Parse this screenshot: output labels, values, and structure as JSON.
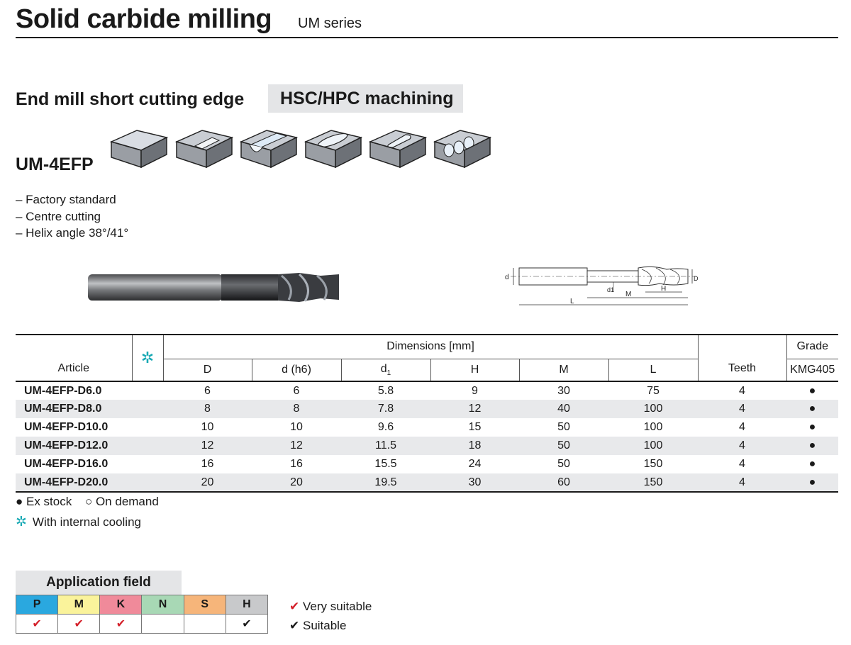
{
  "header": {
    "title": "Solid carbide milling",
    "series": "UM series"
  },
  "subtitle": "End mill short cutting edge",
  "badge": "HSC/HPC machining",
  "model": "UM-4EFP",
  "features": [
    "– Factory standard",
    "– Centre cutting",
    "– Helix angle 38°/41°"
  ],
  "drawing_labels": {
    "d": "d",
    "D": "D",
    "d1": "d1",
    "H": "H",
    "M": "M",
    "L": "L"
  },
  "table": {
    "dimensions_header": "Dimensions [mm]",
    "grade_header": "Grade",
    "article_header": "Article",
    "teeth_header": "Teeth",
    "grade_name": "KMG405",
    "cooling_icon": "✲",
    "columns": {
      "D": "D",
      "d_h6": "d (h6)",
      "d1": "d",
      "d1_sub": "1",
      "H": "H",
      "M": "M",
      "L": "L"
    },
    "rows": [
      {
        "article": "UM-4EFP-D6.0",
        "D": "6",
        "d": "6",
        "d1": "5.8",
        "H": "9",
        "M": "30",
        "L": "75",
        "teeth": "4",
        "grade": "●"
      },
      {
        "article": "UM-4EFP-D8.0",
        "D": "8",
        "d": "8",
        "d1": "7.8",
        "H": "12",
        "M": "40",
        "L": "100",
        "teeth": "4",
        "grade": "●"
      },
      {
        "article": "UM-4EFP-D10.0",
        "D": "10",
        "d": "10",
        "d1": "9.6",
        "H": "15",
        "M": "50",
        "L": "100",
        "teeth": "4",
        "grade": "●"
      },
      {
        "article": "UM-4EFP-D12.0",
        "D": "12",
        "d": "12",
        "d1": "11.5",
        "H": "18",
        "M": "50",
        "L": "100",
        "teeth": "4",
        "grade": "●"
      },
      {
        "article": "UM-4EFP-D16.0",
        "D": "16",
        "d": "16",
        "d1": "15.5",
        "H": "24",
        "M": "50",
        "L": "150",
        "teeth": "4",
        "grade": "●"
      },
      {
        "article": "UM-4EFP-D20.0",
        "D": "20",
        "d": "20",
        "d1": "19.5",
        "H": "30",
        "M": "60",
        "L": "150",
        "teeth": "4",
        "grade": "●"
      }
    ]
  },
  "legend": {
    "ex_stock": "● Ex stock",
    "on_demand": "○ On demand",
    "cooling": "With internal cooling"
  },
  "application": {
    "title": "Application field",
    "materials": [
      {
        "label": "P",
        "color": "#2aa8df",
        "mark": "✔",
        "mark_color": "red"
      },
      {
        "label": "M",
        "color": "#faf39b",
        "mark": "✔",
        "mark_color": "red"
      },
      {
        "label": "K",
        "color": "#f08a9a",
        "mark": "✔",
        "mark_color": "red"
      },
      {
        "label": "N",
        "color": "#a8d8b5",
        "mark": "",
        "mark_color": ""
      },
      {
        "label": "S",
        "color": "#f6b57a",
        "mark": "",
        "mark_color": ""
      },
      {
        "label": "H",
        "color": "#c8c9cb",
        "mark": "✔",
        "mark_color": "black"
      }
    ],
    "legend_very": "Very suitable",
    "legend_suitable": "Suitable",
    "check": "✔"
  }
}
